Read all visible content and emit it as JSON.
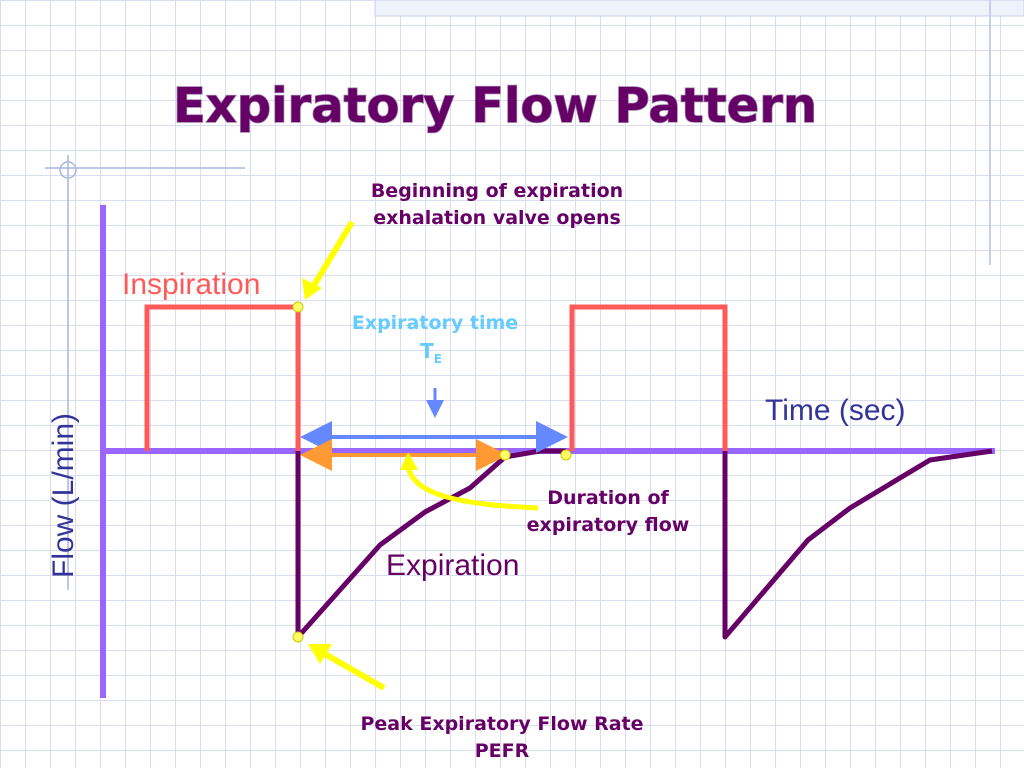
{
  "slide": {
    "title": "Expiratory Flow Pattern",
    "colors": {
      "title": "#660066",
      "axis": "#9966ff",
      "inspiration": "#ff5a5a",
      "expiration": "#660066",
      "expiratory_time": "#66ccff",
      "time_arrow": "#6688ff",
      "duration_arrow": "#ff9933",
      "pointer": "#ffff00",
      "marker": "#ffff66",
      "axis_label": "#333399"
    }
  },
  "labels": {
    "y_axis": "Flow (L/min)",
    "x_axis": "Time (sec)",
    "inspiration": "Inspiration",
    "expiration": "Expiration",
    "expiratory_time_line1": "Expiratory time",
    "expiratory_time_symbol": "T",
    "expiratory_time_subscript": "E",
    "beginning_line1": "Beginning of expiration",
    "beginning_line2": "exhalation valve opens",
    "duration_line1": "Duration of",
    "duration_line2": "expiratory flow",
    "pefr_line1": "Peak Expiratory Flow Rate",
    "pefr_line2": "PEFR"
  }
}
